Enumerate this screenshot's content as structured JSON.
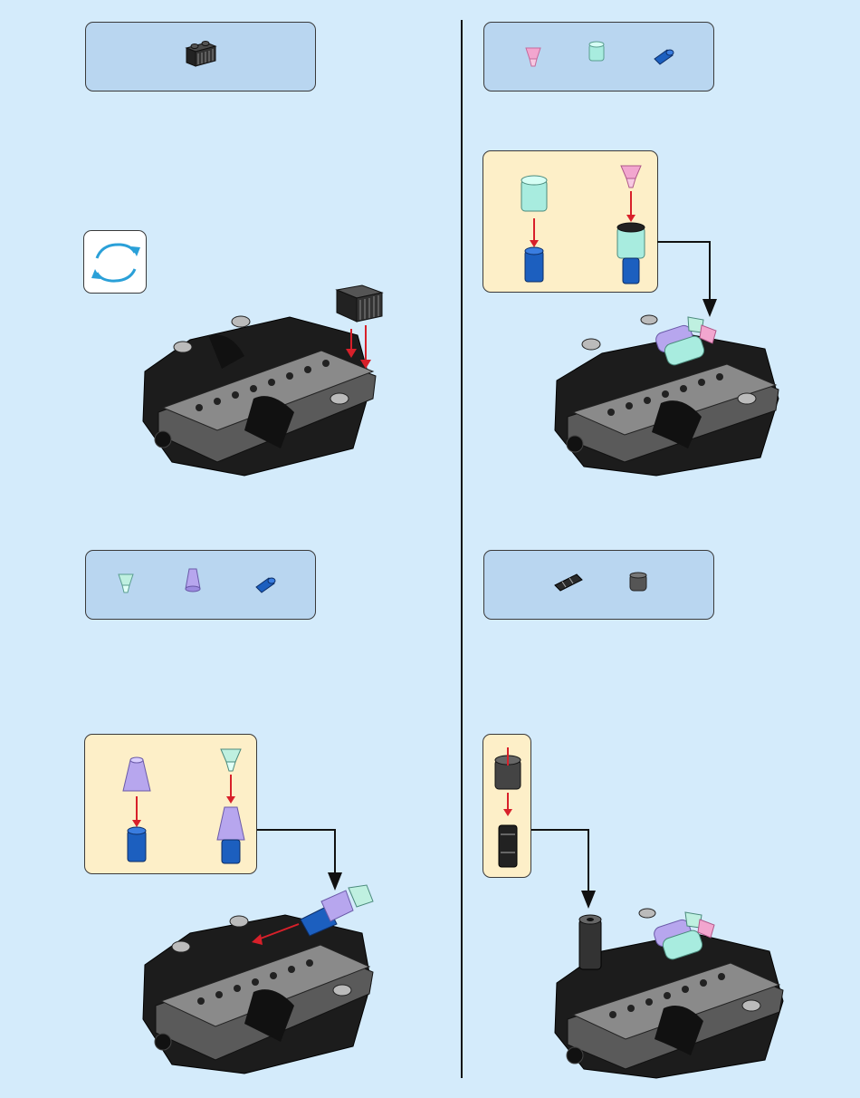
{
  "page": {
    "background": "#d4ebfb",
    "parts_box_color": "#b9d6f0",
    "sub_box_color": "#fdefc8",
    "arrow_color": "#d8202a",
    "divider_color": "#111111"
  },
  "steps": [
    {
      "id": "step-top-left",
      "parts": [
        {
          "icon": "black-grille-brick-icon",
          "color": "#2a2a2a"
        }
      ],
      "rotate_indicator": {
        "icon": "rotate-arrows-icon",
        "color": "#2aa0d8"
      },
      "model": "engine-block-with-grille"
    },
    {
      "id": "step-top-right",
      "parts": [
        {
          "icon": "pink-gem-icon",
          "color": "#f2a6cf"
        },
        {
          "icon": "trans-light-blue-round-brick-icon",
          "color": "#a8ecdf"
        },
        {
          "icon": "blue-pin-icon",
          "color": "#1c5fbf"
        }
      ],
      "subassembly": [
        "light-blue-round-brick-icon",
        "blue-pin-icon",
        "pink-gem-icon"
      ],
      "model": "engine-block-with-pink-gem"
    },
    {
      "id": "step-bottom-left",
      "parts": [
        {
          "icon": "light-aqua-gem-icon",
          "color": "#bff0e0"
        },
        {
          "icon": "trans-purple-cone-icon",
          "color": "#b7a6ee"
        },
        {
          "icon": "blue-pin-icon",
          "color": "#1c5fbf"
        }
      ],
      "subassembly": [
        "purple-cone-icon",
        "blue-pin-icon",
        "aqua-gem-icon"
      ],
      "model": "engine-block-with-purple-cone"
    },
    {
      "id": "step-bottom-right",
      "parts": [
        {
          "icon": "black-axle-connector-icon",
          "color": "#2a2a2a"
        },
        {
          "icon": "dark-gray-round-brick-icon",
          "color": "#555555"
        }
      ],
      "subassembly": [
        "dark-gray-round-brick-icon",
        "black-axle-connector-icon"
      ],
      "model": "engine-block-with-exhaust"
    }
  ]
}
